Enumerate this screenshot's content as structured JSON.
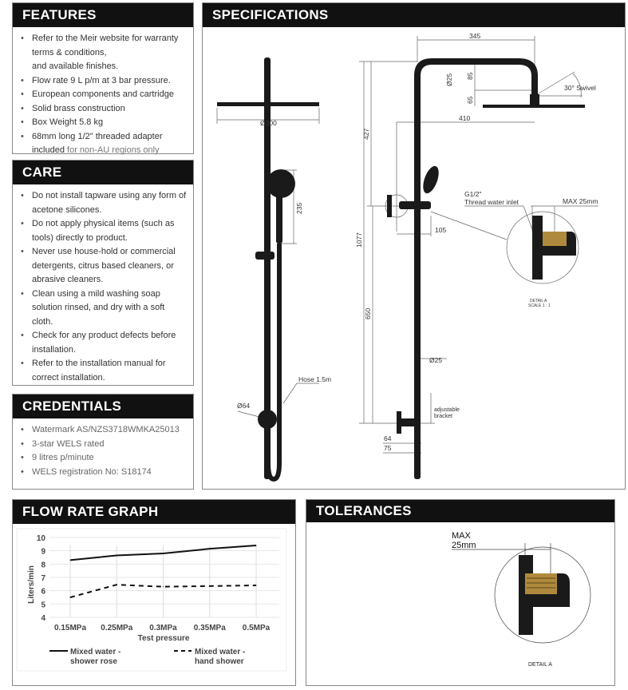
{
  "features": {
    "title": "FEATURES",
    "items": [
      "Refer to the Meir website for warranty terms & conditions,",
      "Flow rate 9 L p/m at 3 bar pressure.",
      "European components and cartridge",
      "Solid brass construction",
      "Box Weight 5.8 kg",
      "68mm long 1/2\" threaded adapter"
    ],
    "item0_line2": "and available finishes.",
    "item5_strong": "included",
    "item5_rest": " for non-AU regions only"
  },
  "care": {
    "title": "CARE",
    "items": [
      "Do not install tapware using any form of acetone silicones.",
      "Do not apply physical items (such as tools) directly to product.",
      "Never use house-hold or commercial detergents, citrus based cleaners, or abrasive cleaners.",
      "Clean using a mild washing soap solution rinsed, and dry with a soft cloth.",
      "Check for any product defects before installation.",
      "Refer to the installation manual for correct installation."
    ]
  },
  "credentials": {
    "title": "CREDENTIALS",
    "items": [
      "Watermark AS/NZS3718WMKA25013",
      "3-star WELS rated",
      "9 litres p/minute",
      "WELS registration No: S18174"
    ]
  },
  "specifications": {
    "title": "SPECIFICATIONS",
    "labels": {
      "w345": "345",
      "d25top": "Ø25",
      "h85": "85",
      "h65": "65",
      "swivel": "30° Swivel",
      "w410": "410",
      "h427": "427",
      "g12": "G1/2\"",
      "thread": "Thread water inlet",
      "max25": "MAX 25mm",
      "w105": "105",
      "h1077": "1077",
      "detail": "DETAIL A",
      "scale": "SCALE 1 : 1",
      "h650": "650",
      "d25": "Ø25",
      "adj1": "adjustable",
      "adj2": "bracket",
      "w64": "64",
      "w75": "75",
      "d300": "Ø300",
      "h235": "235",
      "hose": "Hose 1.5m",
      "d64": "Ø64"
    }
  },
  "flow_rate": {
    "title": "FLOW RATE GRAPH",
    "chart_data": {
      "type": "line",
      "categories": [
        "0.15MPa",
        "0.25MPa",
        "0.3MPa",
        "0.35MPa",
        "0.5MPa"
      ],
      "series": [
        {
          "name": "Mixed water - shower rose",
          "name_l1": "Mixed water -",
          "name_l2": "shower rose",
          "style": "solid",
          "values": [
            8.3,
            8.65,
            8.8,
            9.15,
            9.4
          ]
        },
        {
          "name": "Mixed water - hand shower",
          "name_l1": "Mixed water -",
          "name_l2": "hand shower",
          "style": "dashed",
          "values": [
            5.5,
            6.45,
            6.3,
            6.35,
            6.4
          ]
        }
      ],
      "xlabel": "Test pressure",
      "ylabel": "Liters/min",
      "ylim": [
        4,
        10
      ],
      "yticks": [
        "4",
        "5",
        "6",
        "7",
        "8",
        "9",
        "10"
      ],
      "grid": true,
      "legend": "bottom"
    }
  },
  "tolerances": {
    "title": "TOLERANCES",
    "max_l1": "MAX",
    "max_l2": "25mm",
    "detail": "DETAIL A"
  },
  "colors": {
    "header": "#111111",
    "brass": "#b08a3c"
  }
}
